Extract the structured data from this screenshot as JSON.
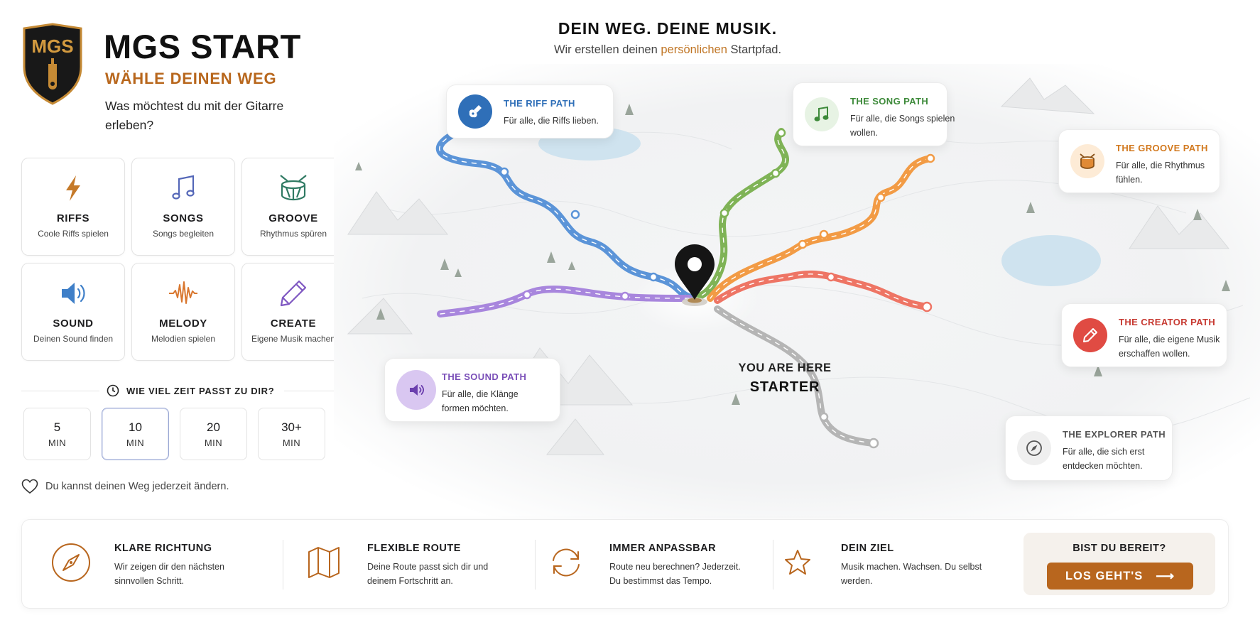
{
  "brand": {
    "logo_text": "MGS",
    "title": "MGS START",
    "subtitle": "WÄHLE DEINEN WEG",
    "question": "Was möchtest du mit der Gitarre erleben?"
  },
  "tiles": [
    {
      "name": "RIFFS",
      "desc": "Coole Riffs spielen",
      "icon": "lightning-icon"
    },
    {
      "name": "SONGS",
      "desc": "Songs begleiten",
      "icon": "music-note-icon"
    },
    {
      "name": "GROOVE",
      "desc": "Rhythmus spüren",
      "icon": "drum-icon"
    },
    {
      "name": "SOUND",
      "desc": "Deinen Sound finden",
      "icon": "speaker-icon"
    },
    {
      "name": "MELODY",
      "desc": "Melodien spielen",
      "icon": "waveform-icon"
    },
    {
      "name": "CREATE",
      "desc": "Eigene Musik machen",
      "icon": "pencil-icon"
    }
  ],
  "time": {
    "heading": "WIE VIEL ZEIT PASST ZU DIR?",
    "options": [
      {
        "value": "5",
        "unit": "MIN"
      },
      {
        "value": "10",
        "unit": "MIN",
        "selected": true
      },
      {
        "value": "20",
        "unit": "MIN"
      },
      {
        "value": "30+",
        "unit": "MIN"
      }
    ]
  },
  "note": "Du kannst deinen Weg jederzeit ändern.",
  "hero": {
    "title": "DEIN WEG. DEINE MUSIK.",
    "sub_before": "Wir erstellen deinen ",
    "sub_highlight": "persönlichen",
    "sub_after": " Startpfad."
  },
  "paths": {
    "riff": {
      "title": "THE RIFF PATH",
      "desc": "Für alle, die Riffs lieben.",
      "color": "#2f6fb8"
    },
    "song": {
      "title": "THE SONG PATH",
      "desc": "Für alle, die Songs spielen wollen.",
      "color": "#3d8a3a"
    },
    "groove": {
      "title": "THE GROOVE PATH",
      "desc": "Für alle, die Rhythmus fühlen.",
      "color": "#d2791f"
    },
    "creator": {
      "title": "THE CREATOR PATH",
      "desc": "Für alle, die eigene Musik erschaffen wollen.",
      "color": "#c73a32"
    },
    "sound": {
      "title": "THE SOUND PATH",
      "desc": "Für alle, die Klänge formen möchten.",
      "color": "#7a4fb8"
    },
    "explorer": {
      "title": "THE EXPLORER PATH",
      "desc": "Für alle, die sich erst entdecken möchten.",
      "color": "#6b6b6b"
    }
  },
  "location": {
    "line1": "YOU ARE HERE",
    "line2": "STARTER"
  },
  "features": [
    {
      "title": "KLARE RICHTUNG",
      "desc": "Wir zeigen dir den nächsten sinnvollen Schritt.",
      "icon": "compass-icon"
    },
    {
      "title": "FLEXIBLE ROUTE",
      "desc": "Deine Route passt sich dir und deinem Fortschritt an.",
      "icon": "map-icon"
    },
    {
      "title": "IMMER ANPASSBAR",
      "desc": "Route neu berechnen? Jederzeit. Du bestimmst das Tempo.",
      "icon": "refresh-icon"
    },
    {
      "title": "DEIN ZIEL",
      "desc": "Musik machen. Wachsen. Du selbst werden.",
      "icon": "star-icon"
    }
  ],
  "cta": {
    "question": "BIST DU BEREIT?",
    "button": "LOS GEHT'S",
    "arrow": "⟶"
  },
  "colors": {
    "accent": "#b8661e",
    "riff": "#5b94d8",
    "song": "#7fb356",
    "groove": "#f29b45",
    "creator": "#ee7565",
    "sound": "#a886dd",
    "explorer": "#b5b5b5"
  }
}
